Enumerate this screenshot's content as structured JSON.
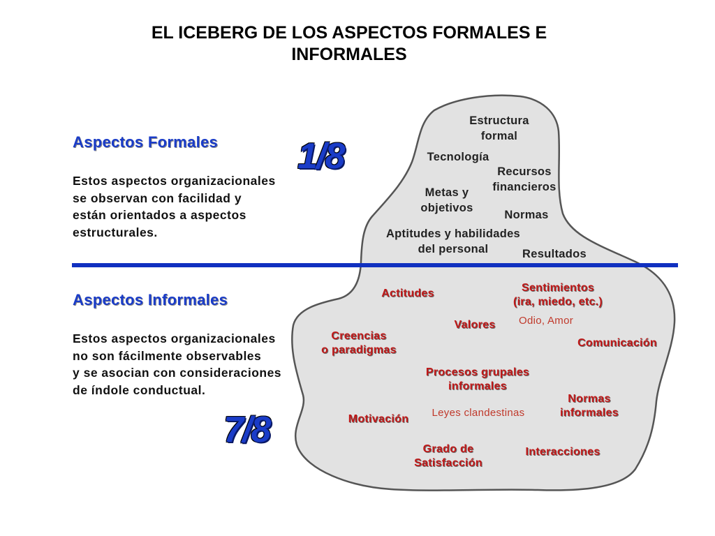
{
  "title": "EL ICEBERG DE LOS ASPECTOS FORMALES E\nINFORMALES",
  "formal": {
    "heading": "Aspectos Formales",
    "text": "Estos aspectos organizacionales\nse observan con facilidad y\nestán orientados a aspectos\nestructurales.",
    "fraction": "1/8"
  },
  "informal": {
    "heading": "Aspectos Informales",
    "text": "Estos aspectos organizacionales\nno son fácilmente observables\ny se asocian con consideraciones\nde índole conductual.",
    "fraction": "7/8"
  },
  "colors": {
    "iceberg_fill": "#e2e2e2",
    "iceberg_stroke": "#555555",
    "divider": "#1030c0",
    "heading_blue": "#1a3cc8",
    "informal_label_red": "#c01818"
  },
  "formal_items": {
    "estructura": "Estructura\nformal",
    "tecnologia": "Tecnología",
    "recursos": "Recursos\nfinancieros",
    "metas": "Metas y\nobjetivos",
    "normas": "Normas",
    "aptitudes": "Aptitudes y habilidades\ndel personal",
    "resultados": "Resultados"
  },
  "informal_items": {
    "actitudes": "Actitudes",
    "sentimientos": "Sentimientos\n(ira, miedo, etc.)",
    "odio": "Odio, Amor",
    "valores": "Valores",
    "creencias": "Creencias\no paradigmas",
    "comunicacion": "Comunicación",
    "procesos": "Procesos grupales\ninformales",
    "normas_informales": "Normas\ninformales",
    "leyes": "Leyes clandestinas",
    "motivacion": "Motivación",
    "grado": "Grado de\nSatisfacción",
    "interacciones": "Interacciones"
  }
}
